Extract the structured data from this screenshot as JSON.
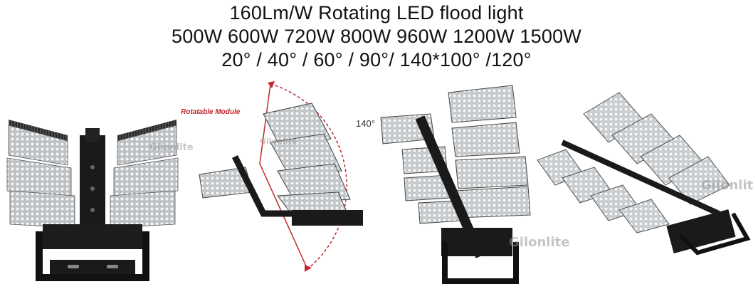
{
  "header": {
    "line1": "160Lm/W Rotating LED flood light",
    "line2": "500W 600W 720W 800W 960W 1200W 1500W",
    "line3": "20° / 40° / 60° / 90°/ 140*100° /120°"
  },
  "annotations": {
    "rotatable": "Rotatable Module",
    "angle": "140°"
  },
  "watermark": "Gilonlite",
  "colors": {
    "text": "#111111",
    "accent_red": "#c0282b",
    "fixture_black": "#1a1a1a",
    "module_silver": "#cfd2d4"
  }
}
